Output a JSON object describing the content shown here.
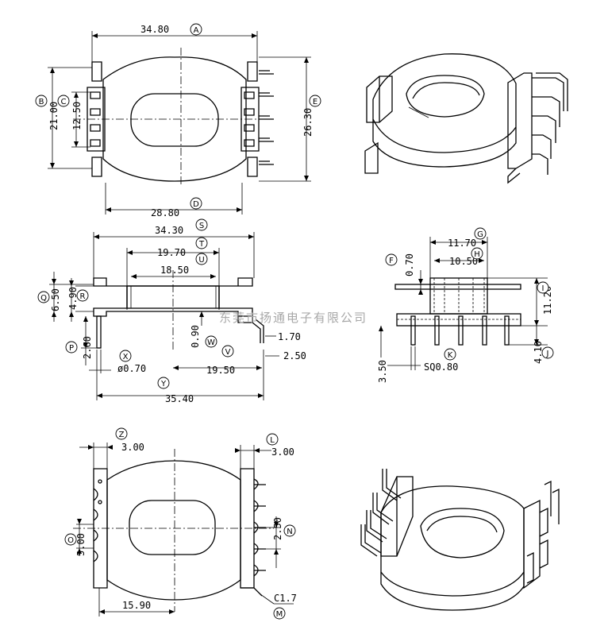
{
  "top_view": {
    "dim_A": "34.80",
    "tag_A": "A",
    "dim_B": "21.00",
    "tag_B": "B",
    "dim_C": "12.50",
    "tag_C": "C",
    "dim_D": "28.80",
    "tag_D": "D",
    "dim_E": "26.30",
    "tag_E": "E"
  },
  "front_view": {
    "dim_S": "34.30",
    "tag_S": "S",
    "dim_T": "19.70",
    "tag_T": "T",
    "dim_U": "18.50",
    "tag_U": "U",
    "dim_Q": "6.50",
    "tag_Q": "Q",
    "dim_R": "4.90",
    "tag_R": "R",
    "dim_P": "2.60",
    "tag_P": "P",
    "dim_X": "ø0.70",
    "tag_X": "X",
    "dim_W": "0.90",
    "tag_W": "W",
    "dim_W2": "1.70",
    "dim_V": "2.50",
    "tag_V": "V",
    "dim_V2": "19.50",
    "dim_Y": "35.40",
    "tag_Y": "Y"
  },
  "side_view": {
    "dim_G": "11.70",
    "tag_G": "G",
    "dim_H": "10.50",
    "tag_H": "H",
    "dim_F": "0.70",
    "tag_F": "F",
    "dim_I": "11.20",
    "tag_I": "I",
    "dim_J": "4.10",
    "tag_J": "J",
    "dim_K": "SQ0.80",
    "tag_K": "K",
    "dim_K2": "3.50"
  },
  "bottom_view": {
    "dim_Z": "3.00",
    "tag_Z": "Z",
    "dim_L": "3.00",
    "tag_L": "L",
    "dim_O": "5.00",
    "tag_O": "O",
    "dim_N": "2.50",
    "tag_N": "N",
    "dim_15": "15.90",
    "dim_M": "C1.7",
    "tag_M": "M"
  },
  "watermark": "东莞市扬通电子有限公司"
}
